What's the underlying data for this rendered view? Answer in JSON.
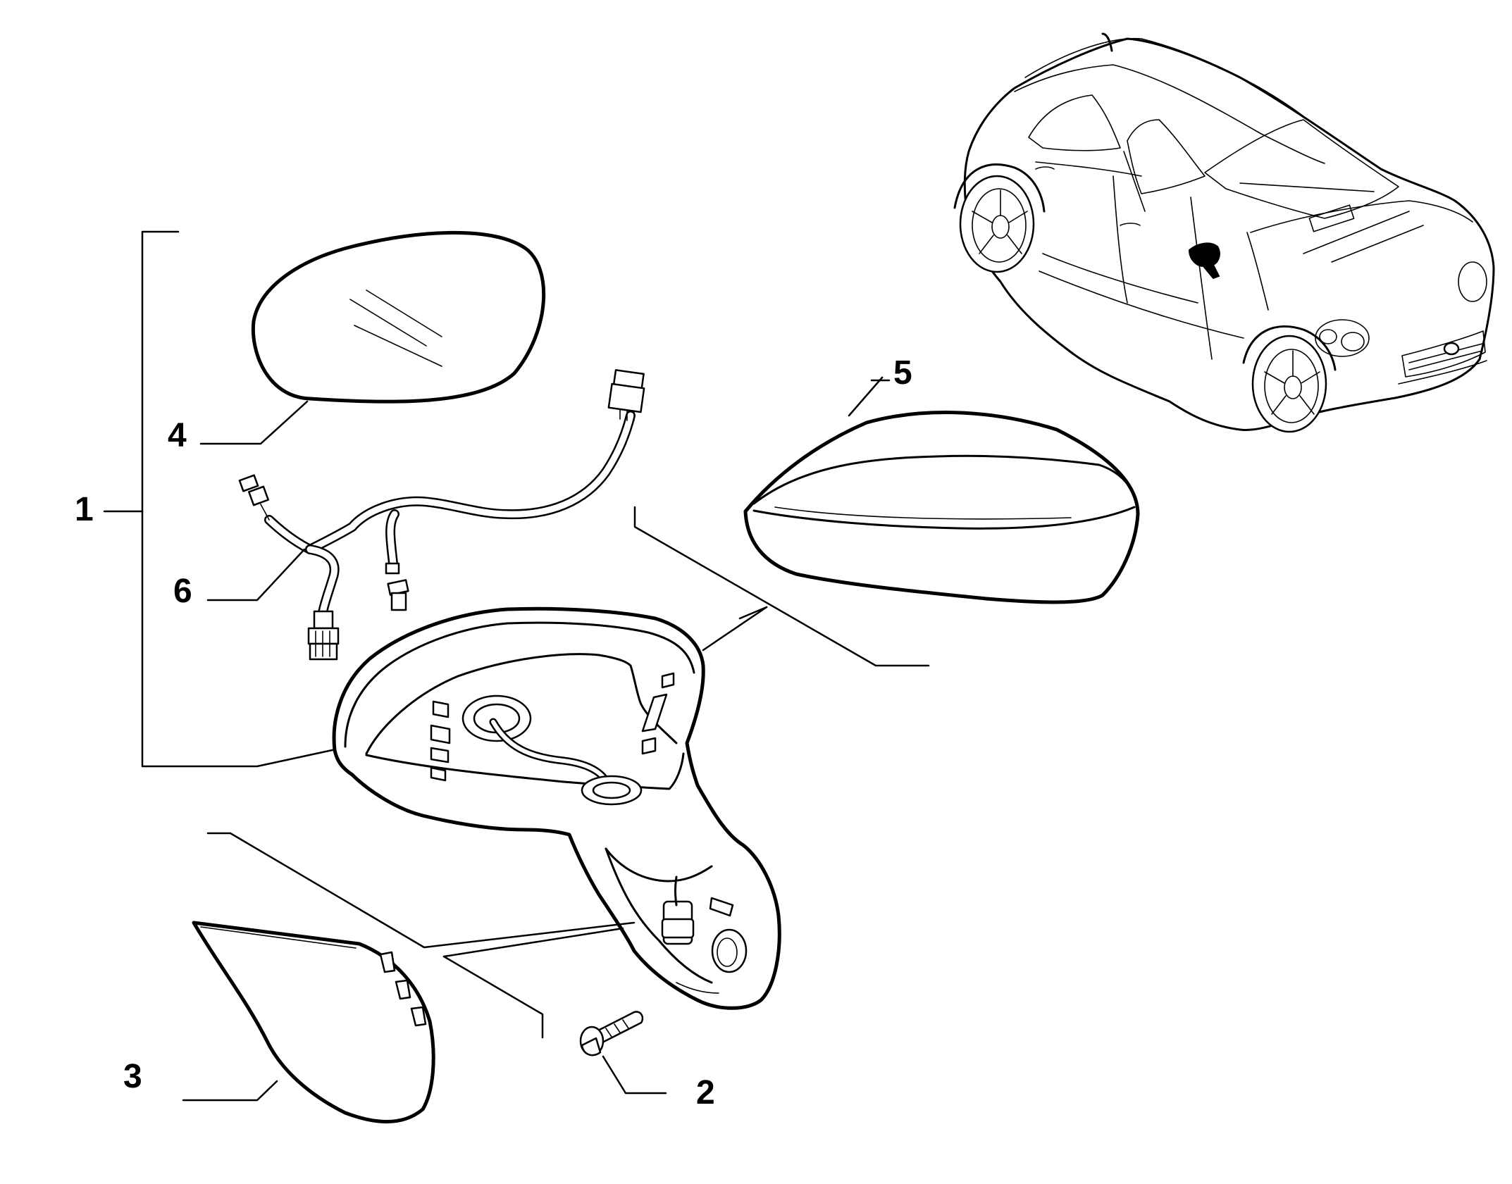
{
  "diagram": {
    "callouts": [
      {
        "id": "1",
        "text": "1",
        "part": "mirror-assembly"
      },
      {
        "id": "2",
        "text": "2",
        "part": "screw"
      },
      {
        "id": "3",
        "text": "3",
        "part": "lower-trim-cover"
      },
      {
        "id": "4",
        "text": "4",
        "part": "mirror-glass"
      },
      {
        "id": "5",
        "text": "5",
        "part": "mirror-cap"
      },
      {
        "id": "6",
        "text": "6",
        "part": "wiring-harness"
      }
    ],
    "locator": {
      "part": "car-locator",
      "highlight": "left-door-mirror"
    }
  }
}
